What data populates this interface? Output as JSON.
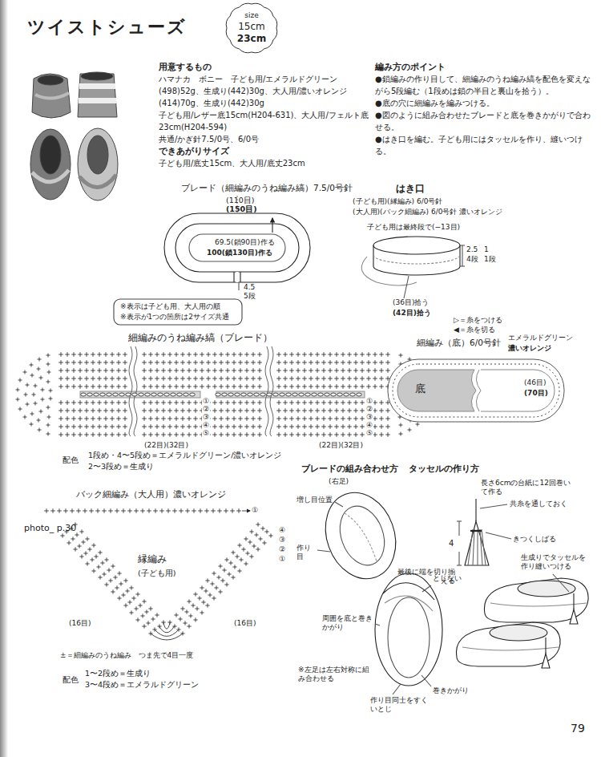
{
  "diagram": {
    "title": "ツイストシューズ",
    "nodes": [
      {
        "text": [
          "size",
          "15cm",
          "23cm"
        ]
      },
      {
        "text": [
          "底",
          "(46目)",
          "(70目)"
        ]
      }
    ],
    "labels": [
      "photo_ p.30",
      "用意するもの",
      "ハマナカ　ボニー　子ども用/エメラルドグリーン(498)52g、生成り(442)30g、大人用/濃いオレンジ(414)70g、生成り(442)30g",
      "子ども用/レザー底15cm(H204-631)、大人用/フェルト底23cm(H204-594)",
      "共通/かぎ針7.5/0号、6/0号",
      "できあがりサイズ",
      "子ども用/底丈15cm、大人用/底丈23cm",
      "編み方のポイント",
      "●鎖編みの作り目して、細編みのうね編み縞を配色を変えながら5段編む（1段めは鎖の半目と裏山を拾う）。",
      "●底の穴に細編みを編みつける。",
      "●図のように組み合わせたブレードと底を巻きかがりで合わせる。",
      "●はき口を編む。子ども用にはタッセルを作り、縫いつける。",
      "ブレード（細編みのうね編み縞）7.5/0号針",
      "(110目)",
      "(150目)",
      "69.5(鎖90目)作る",
      "100(鎖130目)作る",
      "4.5",
      "5段",
      "※表示は子ども用、大人用の順",
      "※表示が1つの箇所は2サイズ共通",
      "はき口",
      "(子ども用)(縁編み) 6/0号針",
      "(大人用)(バック細編み) 6/0号針 濃いオレンジ",
      "子ども用は最終段で(−13目)",
      "2.5",
      "4段",
      "1",
      "1段",
      "(36目)拾う",
      "(42目)拾う",
      "細編みのうね編み縞（ブレード）",
      "▷＝糸をつける",
      "◀＝糸を切る",
      "①",
      "②",
      "③",
      "④",
      "⑤",
      "①",
      "②",
      "③",
      "④",
      "⑤",
      "(22目)(32目)",
      "(22目)(32目)",
      "配色",
      "1段め・4〜5段め＝エメラルドグリーン/濃いオレンジ",
      "2〜3段め＝生成り",
      "細編み（底）6/0号針",
      "エメラルドグリーン",
      "濃いオレンジ",
      "バック細編み（大人用）濃いオレンジ",
      "①",
      "④",
      "③",
      "②",
      "①",
      "縁編み",
      "(子ども用)",
      "(16目)",
      "(16目)",
      "±＝細編みのうね編み　つま先で4目一度",
      "配色",
      "1〜2段め＝生成り",
      "3〜4段め＝エメラルドグリーン",
      "ブレードの組み合わせ方",
      "(右足)",
      "増し目位置",
      "作り目",
      "とじない",
      "周囲を底と巻きかがり",
      "巻きかがり",
      "作り目同士をすくいとじ",
      "※左足は左右対称に組み合わせる",
      "タッセルの作り方",
      "長さ6cmの台紙に12回巻いて作る",
      "共糸を通しておく",
      "4",
      "きつくしばる",
      "最後に端を切り揃える",
      "生成りでタッセルを作り縫いつける",
      "79"
    ]
  }
}
